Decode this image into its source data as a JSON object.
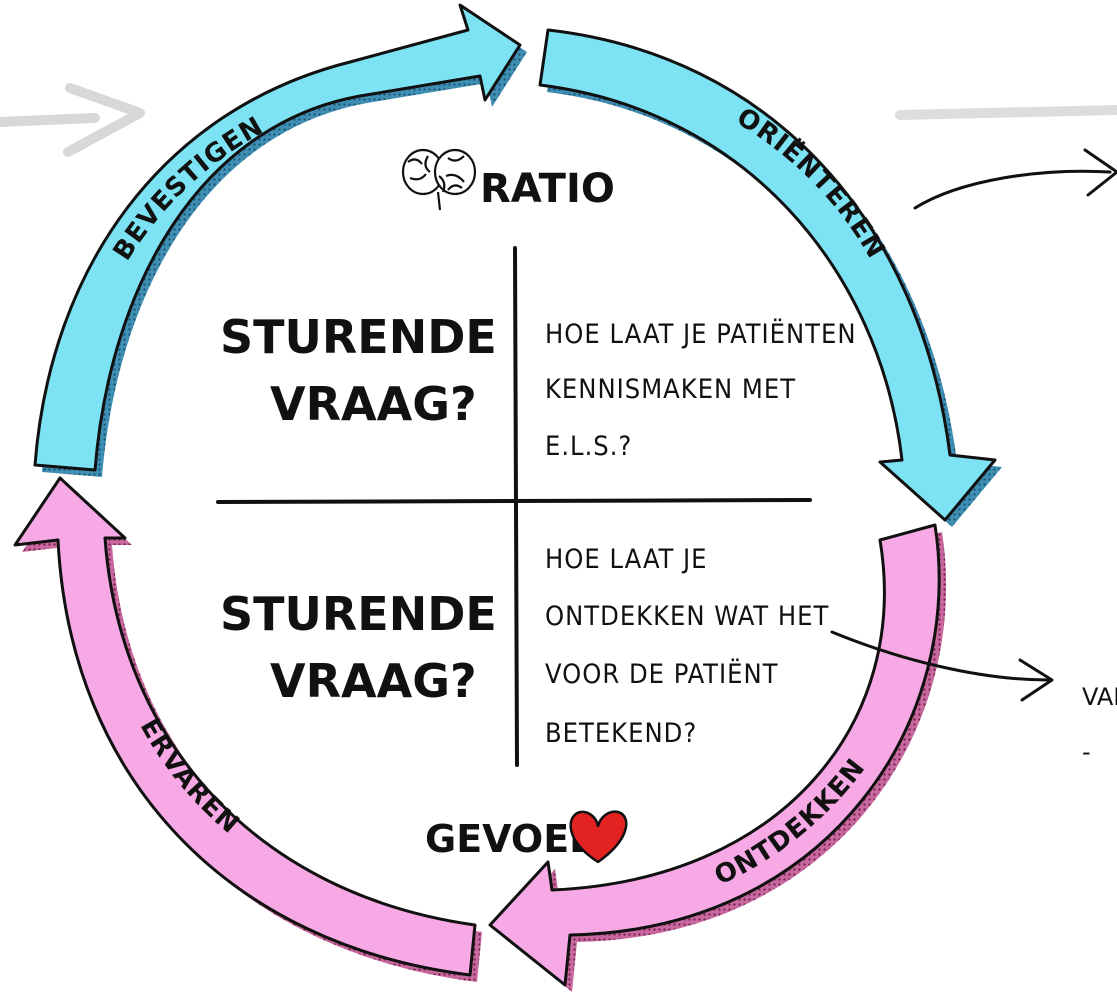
{
  "colors": {
    "top_arrows": "#7de3f4",
    "top_arrows_shadow": "#4b9fbf",
    "bottom_arrows": "#f6a9e4",
    "bottom_arrows_shadow": "#c9679f",
    "outline": "#111111",
    "heart": "#e32222",
    "grey_sketch": "#d9d9d9"
  },
  "cycle": {
    "arrows": [
      {
        "label": "BEVESTIGEN",
        "color_key": "top_arrows"
      },
      {
        "label": "ORIËNTEREN",
        "color_key": "top_arrows"
      },
      {
        "label": "ONTDEKKEN",
        "color_key": "bottom_arrows"
      },
      {
        "label": "ERVAREN",
        "color_key": "bottom_arrows"
      }
    ]
  },
  "axis": {
    "top_label": "RATIO",
    "top_icon": "brain-icon",
    "bottom_label": "GEVOEL",
    "bottom_icon": "heart-icon"
  },
  "quadrants": {
    "top_left": [
      "STURENDE",
      "VRAAG?"
    ],
    "top_right": [
      "HOE LAAT JE PATIËNTEN",
      "KENNISMAKEN MET",
      "E.L.S.?"
    ],
    "bottom_left": [
      "STURENDE",
      "VRAAG?"
    ],
    "bottom_right": [
      "HOE LAAT JE",
      "ONTDEKKEN WAT HET",
      "VOOR DE PATIËNT",
      "BETEKEND?"
    ]
  },
  "side_note": {
    "line1": "VAN",
    "line2": "-"
  }
}
